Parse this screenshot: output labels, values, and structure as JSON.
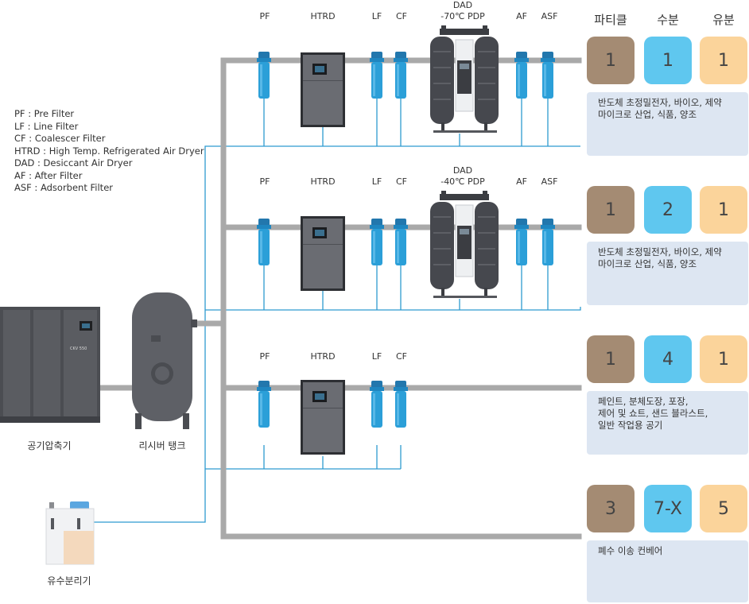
{
  "headers": {
    "particle": "파티클",
    "water": "수분",
    "oil": "유분"
  },
  "legend": [
    "PF : Pre Filter",
    "LF : Line Filter",
    "CF : Coalescer Filter",
    "HTRD : High Temp. Refrigerated Air Dryer",
    "DAD : Desiccant Air Dryer",
    "AF : After Filter",
    "ASF : Adsorbent Filter"
  ],
  "line1": {
    "pf": "PF",
    "htrd": "HTRD",
    "lf": "LF",
    "cf": "CF",
    "dad": "DAD",
    "pdp": "-70℃ PDP",
    "af": "AF",
    "asf": "ASF"
  },
  "line2": {
    "pf": "PF",
    "htrd": "HTRD",
    "lf": "LF",
    "cf": "CF",
    "dad": "DAD",
    "pdp": "-40℃ PDP",
    "af": "AF",
    "asf": "ASF"
  },
  "line3": {
    "pf": "PF",
    "htrd": "HTRD",
    "lf": "LF",
    "cf": "CF"
  },
  "classes": [
    {
      "particle": "1",
      "water": "1",
      "oil": "1",
      "desc": "반도체 초정밀전자, 바이오, 제약\n마이크로 산업, 식품, 양조"
    },
    {
      "particle": "1",
      "water": "2",
      "oil": "1",
      "desc": "반도체 초정밀전자, 바이오, 제약\n마이크로 산업, 식품, 양조"
    },
    {
      "particle": "1",
      "water": "4",
      "oil": "1",
      "desc": "페인트, 분체도장, 포장,\n제어 및 쇼트, 샌드 블라스트,\n일반 작업용 공기"
    },
    {
      "particle": "3",
      "water": "7-X",
      "oil": "5",
      "desc": "폐수 이송 컨베어"
    }
  ],
  "compressor": {
    "label": "공기압축기",
    "brand": "CKV 550"
  },
  "tank": {
    "label": "리시버 탱크"
  },
  "separator": {
    "label": "유수분리기"
  },
  "colors": {
    "pipe": "#a9a9a9",
    "drain": "#2e9ad0",
    "filter": "#2b9fd8",
    "particle": "#a48b73",
    "water": "#5fc7ef",
    "oil": "#fbd49b",
    "desc_bg": "#dde6f2",
    "machine": "#5e6066"
  }
}
